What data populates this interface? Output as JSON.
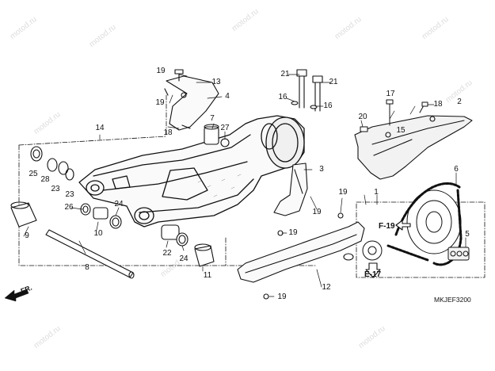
{
  "diagram": {
    "code": "MKJEF3200",
    "front_label": "FR.",
    "watermark": "motod.ru",
    "refs": {
      "f19": "F-19",
      "e17": "E-17"
    },
    "callouts": {
      "c1": "1",
      "c2": "2",
      "c3": "3",
      "c4": "4",
      "c5": "5",
      "c6": "6",
      "c7": "7",
      "c8": "8",
      "c9": "9",
      "c10": "10",
      "c11": "11",
      "c12": "12",
      "c13": "13",
      "c14": "14",
      "c15": "15",
      "c16a": "16",
      "c16b": "16",
      "c17": "17",
      "c18a": "18",
      "c18b": "18",
      "c19a": "19",
      "c19b": "19",
      "c19c": "19",
      "c19d": "19",
      "c19e": "19",
      "c19f": "19",
      "c20": "20",
      "c21a": "21",
      "c21b": "21",
      "c22": "22",
      "c23a": "23",
      "c23b": "23",
      "c24a": "24",
      "c24b": "24",
      "c25": "25",
      "c26": "26",
      "c27": "27",
      "c28": "28"
    }
  }
}
